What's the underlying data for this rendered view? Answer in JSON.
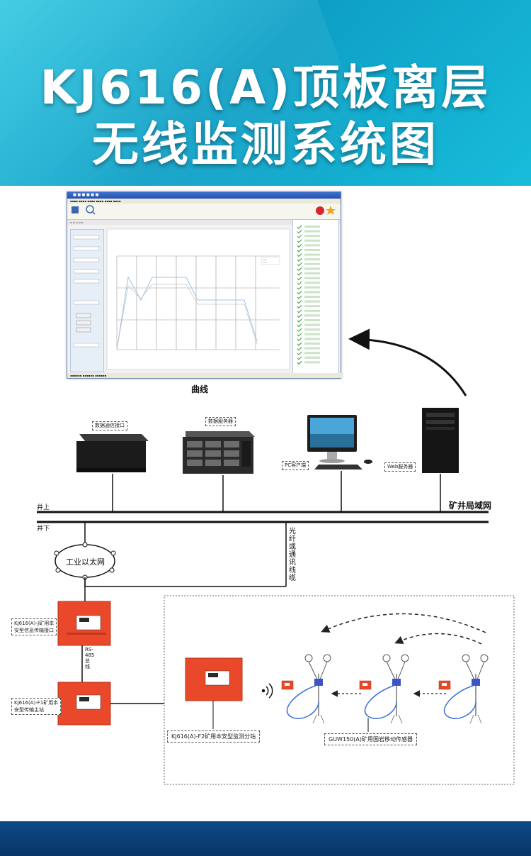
{
  "header": {
    "title_line1": "KJ616(A)顶板离层",
    "title_line2": "无线监测系统图"
  },
  "screenshot_caption": "曲线",
  "surface": {
    "server1": "数据通信接口",
    "server2": "数据服务器",
    "pc": "PC客户端",
    "web": "Web服务器",
    "lan_label": "矿井局域网"
  },
  "lines": {
    "above": "井上",
    "below": "井下",
    "ethernet": "工业以太网",
    "fiber": "光纤或通讯线缆",
    "rs485": "RS-485总线"
  },
  "devices": {
    "interface": "KJ616(A)-J矿用本安型信息传输接口",
    "interface_l1": "KJ616(A)-J矿用本",
    "interface_l2": "安型信息传输接口",
    "main_station_l1": "KJ616(A)-F1矿用本",
    "main_station_l2": "安型传输主站",
    "substation": "KJ616(A)-F2矿用本安型监测分站",
    "sensor": "GUW150(A)矿用围岩移动传感器"
  },
  "colors": {
    "banner": "#1bb8d6",
    "footer": "#0b3f79",
    "device_orange": "#e9492a",
    "sensor_cable": "#3d6fd6"
  }
}
